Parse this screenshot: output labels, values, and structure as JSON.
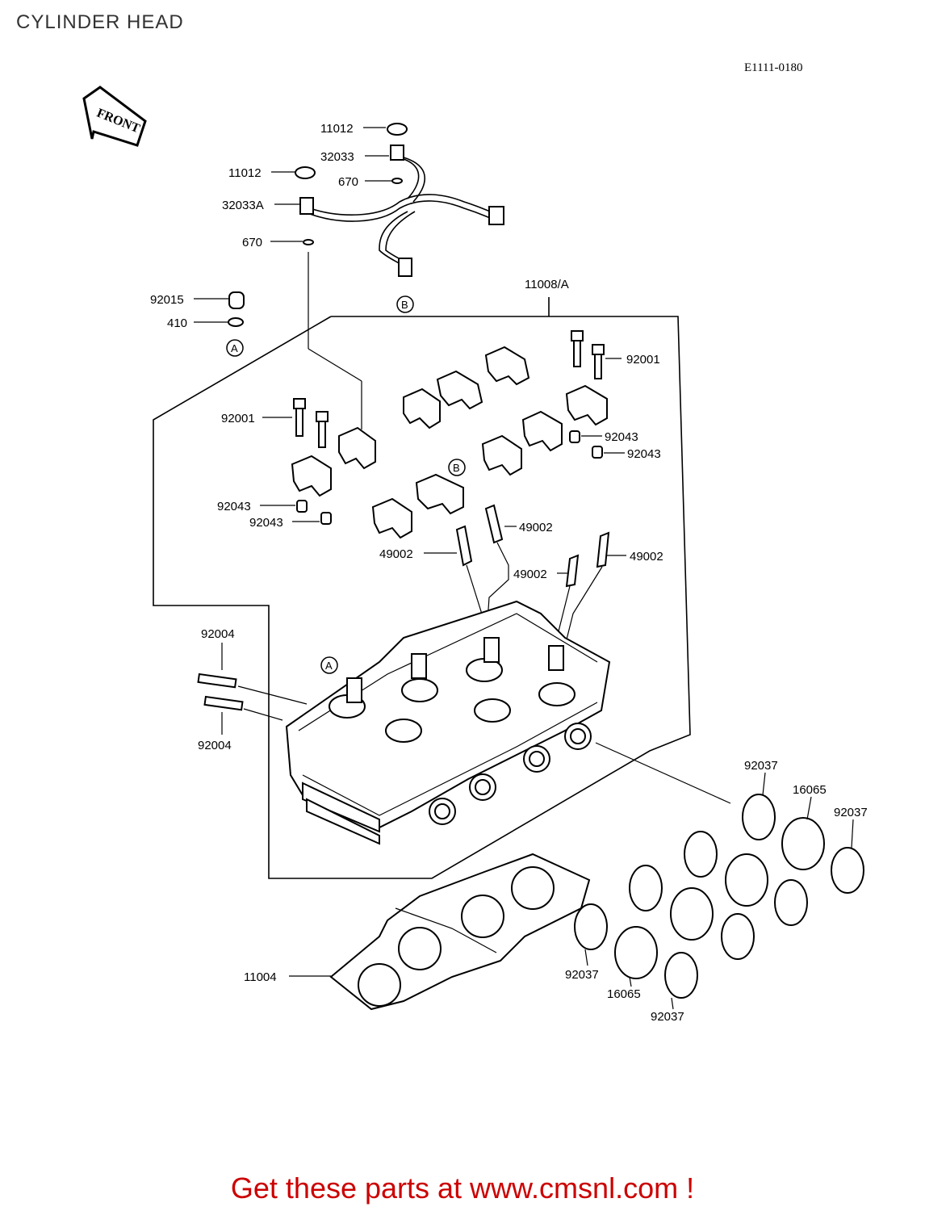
{
  "page": {
    "title": "CYLINDER HEAD",
    "diagram_code": "E1111-0180",
    "front_marker": "FRONT",
    "promo": "Get these parts at www.cmsnl.com !"
  },
  "callouts": {
    "A": "A",
    "B": "B"
  },
  "parts": [
    "11012",
    "32033",
    "11012",
    "670",
    "32033A",
    "670",
    "11008/A",
    "92015",
    "410",
    "92001",
    "92001",
    "92043",
    "92043",
    "92043",
    "92043",
    "49002",
    "49002",
    "49002",
    "49002",
    "92004",
    "92004",
    "92037",
    "16065",
    "92037",
    "92037",
    "16065",
    "92037",
    "11004"
  ]
}
